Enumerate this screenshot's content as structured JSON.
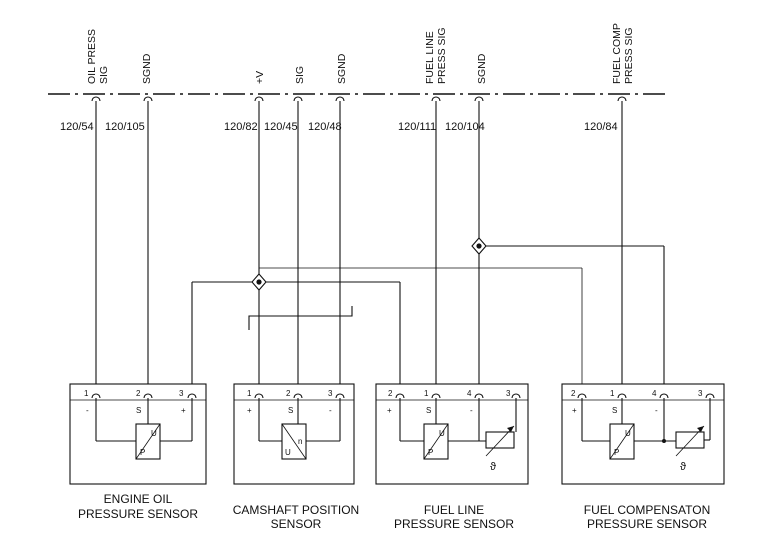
{
  "buses": [
    {
      "id": "oil_press_sig",
      "label_lines": [
        "OIL PRESS",
        "SIG"
      ],
      "terminal": "120/54"
    },
    {
      "id": "sgnd_1",
      "label_lines": [
        "SGND"
      ],
      "terminal": "120/105"
    },
    {
      "id": "plus_v",
      "label_lines": [
        "+V"
      ],
      "terminal": "120/82"
    },
    {
      "id": "sig_cam",
      "label_lines": [
        "SIG"
      ],
      "terminal": "120/45"
    },
    {
      "id": "sgnd_2",
      "label_lines": [
        "SGND"
      ],
      "terminal": "120/48"
    },
    {
      "id": "fuel_line_press_sig",
      "label_lines": [
        "FUEL LINE",
        "PRESS SIG"
      ],
      "terminal": "120/111"
    },
    {
      "id": "sgnd_3",
      "label_lines": [
        "SGND"
      ],
      "terminal": "120/104"
    },
    {
      "id": "fuel_comp_press_sig",
      "label_lines": [
        "FUEL COMP",
        "PRESS SIG"
      ],
      "terminal": "120/84"
    }
  ],
  "sensors": [
    {
      "id": "engine_oil",
      "caption_lines": [
        "ENGINE OIL",
        "PRESSURE SENSOR"
      ],
      "pins": [
        {
          "num": "1",
          "pol": "-"
        },
        {
          "num": "2",
          "pol": "S"
        },
        {
          "num": "3",
          "pol": "+"
        }
      ],
      "transducer": {
        "top": "U",
        "bottom": "P"
      }
    },
    {
      "id": "camshaft",
      "caption_lines": [
        "CAMSHAFT POSITION",
        "SENSOR"
      ],
      "pins": [
        {
          "num": "1",
          "pol": "+"
        },
        {
          "num": "2",
          "pol": "S"
        },
        {
          "num": "3",
          "pol": "-"
        }
      ],
      "transducer": {
        "top": "n",
        "bottom": "U"
      }
    },
    {
      "id": "fuel_line",
      "caption_lines": [
        "FUEL LINE",
        "PRESSURE SENSOR"
      ],
      "pins": [
        {
          "num": "2",
          "pol": "+"
        },
        {
          "num": "1",
          "pol": "S"
        },
        {
          "num": "4",
          "pol": "-"
        },
        {
          "num": "3",
          "pol": ""
        }
      ],
      "transducer": {
        "top": "U",
        "bottom": "P"
      },
      "temp_symbol": "ϑ"
    },
    {
      "id": "fuel_comp",
      "caption_lines": [
        "FUEL COMPENSATON",
        "PRESSURE SENSOR"
      ],
      "pins": [
        {
          "num": "2",
          "pol": "+"
        },
        {
          "num": "1",
          "pol": "S"
        },
        {
          "num": "4",
          "pol": "-"
        },
        {
          "num": "3",
          "pol": ""
        }
      ],
      "transducer": {
        "top": "U",
        "bottom": "P"
      },
      "temp_symbol": "ϑ"
    }
  ]
}
